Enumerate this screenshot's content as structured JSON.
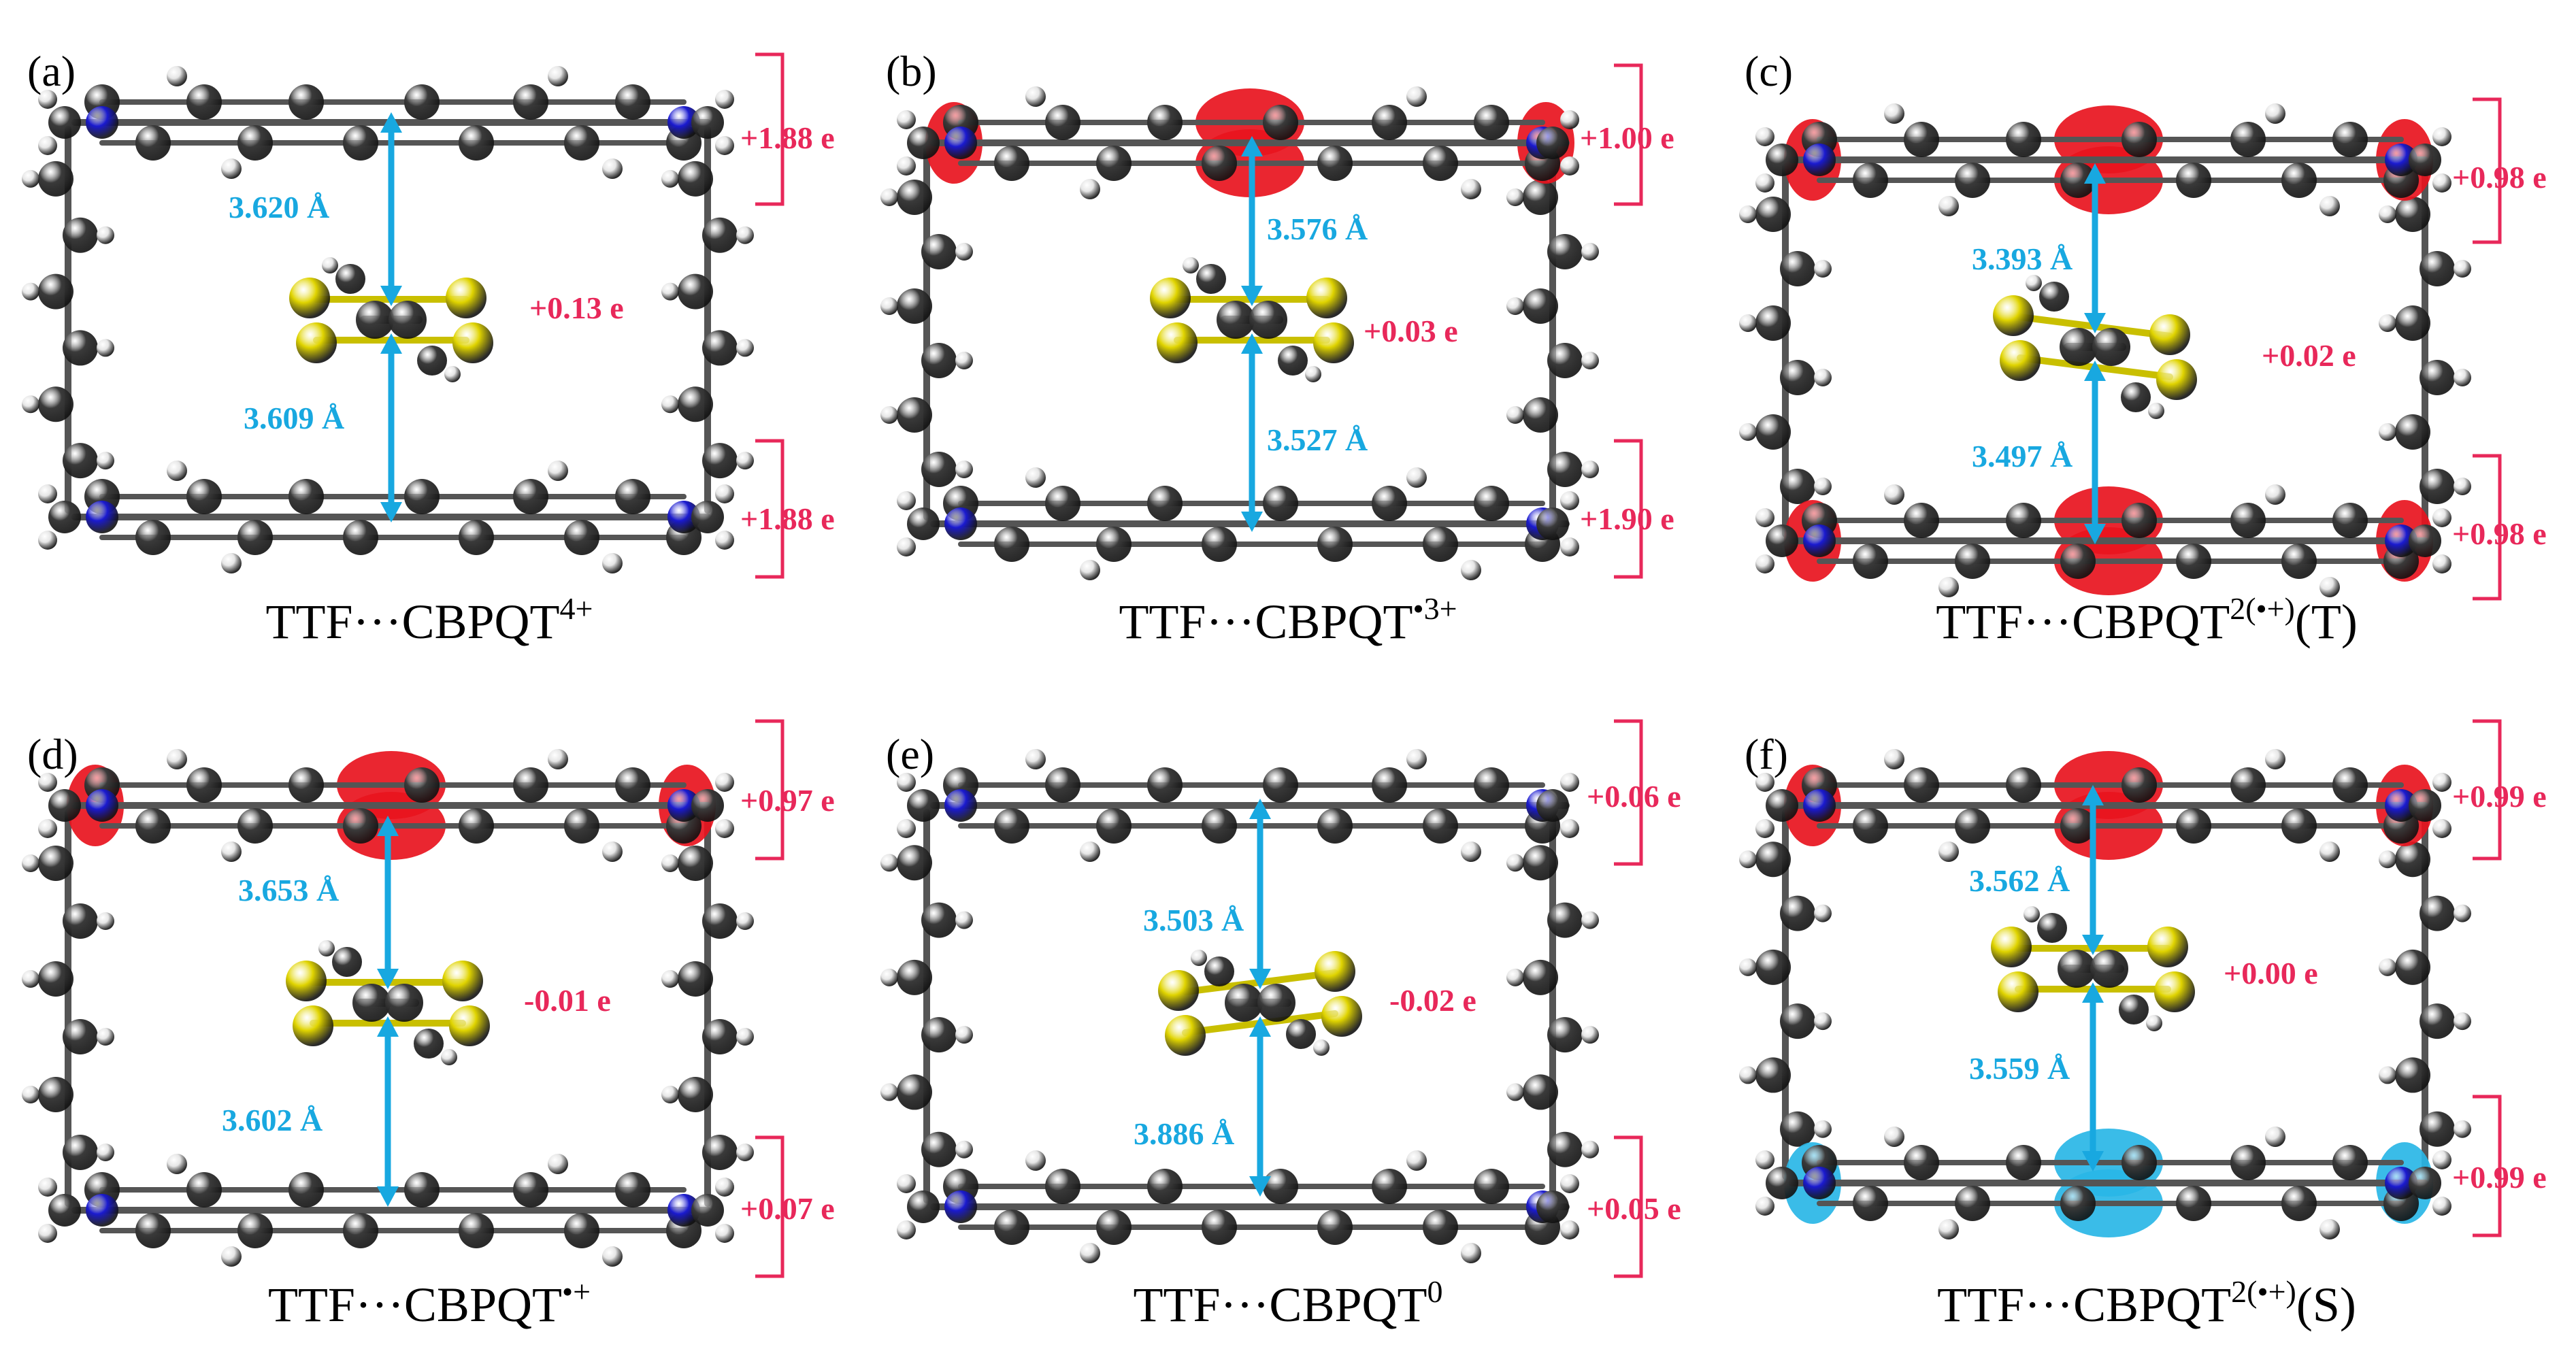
{
  "colors": {
    "carbon": "#3a3a3a",
    "hydrogen": "#e6e6e6",
    "nitrogen": "#1a1ad0",
    "sulfur": "#e0d400",
    "bond": "#555555",
    "spin_up": "#e8141e",
    "spin_down": "#29b6e6",
    "distance": "#18a8e0",
    "charge": "#e8285a"
  },
  "panels": [
    {
      "label": "(a)",
      "caption": {
        "base": "TTF···CBPQT",
        "sup": "4+",
        "suffix": ""
      },
      "distance_top": "3.620 Å",
      "distance_bottom": "3.609 Å",
      "charge_top": "+1.88 e",
      "charge_middle": "+0.13 e",
      "charge_bottom": "+1.88 e",
      "spin_top": "none",
      "spin_bottom": "none"
    },
    {
      "label": "(b)",
      "caption": {
        "base": "TTF···CBPQT",
        "sup": "•3+",
        "suffix": ""
      },
      "distance_top": "3.576 Å",
      "distance_bottom": "3.527 Å",
      "charge_top": "+1.00 e",
      "charge_middle": "+0.03 e",
      "charge_bottom": "+1.90 e",
      "spin_top": "up",
      "spin_bottom": "none"
    },
    {
      "label": "(c)",
      "caption": {
        "base": "TTF···CBPQT",
        "sup": "2(•+)",
        "suffix": "(T)"
      },
      "distance_top": "3.393 Å",
      "distance_bottom": "3.497 Å",
      "charge_top": "+0.98 e",
      "charge_middle": "+0.02 e",
      "charge_bottom": "+0.98 e",
      "spin_top": "up",
      "spin_bottom": "up"
    },
    {
      "label": "(d)",
      "caption": {
        "base": "TTF···CBPQT",
        "sup": "•+",
        "suffix": ""
      },
      "distance_top": "3.653 Å",
      "distance_bottom": "3.602 Å",
      "charge_top": "+0.97 e",
      "charge_middle": "-0.01 e",
      "charge_bottom": "+0.07 e",
      "spin_top": "up",
      "spin_bottom": "none"
    },
    {
      "label": "(e)",
      "caption": {
        "base": "TTF···CBPQT",
        "sup": "0",
        "suffix": ""
      },
      "distance_top": "3.503 Å",
      "distance_bottom": "3.886 Å",
      "charge_top": "+0.06 e",
      "charge_middle": "-0.02 e",
      "charge_bottom": "+0.05 e",
      "spin_top": "none",
      "spin_bottom": "none"
    },
    {
      "label": "(f)",
      "caption": {
        "base": "TTF···CBPQT",
        "sup": "2(•+)",
        "suffix": "(S)"
      },
      "distance_top": "3.562 Å",
      "distance_bottom": "3.559 Å",
      "charge_top": "+0.99 e",
      "charge_middle": "+0.00 e",
      "charge_bottom": "+0.99 e",
      "spin_top": "up",
      "spin_bottom": "down"
    }
  ]
}
